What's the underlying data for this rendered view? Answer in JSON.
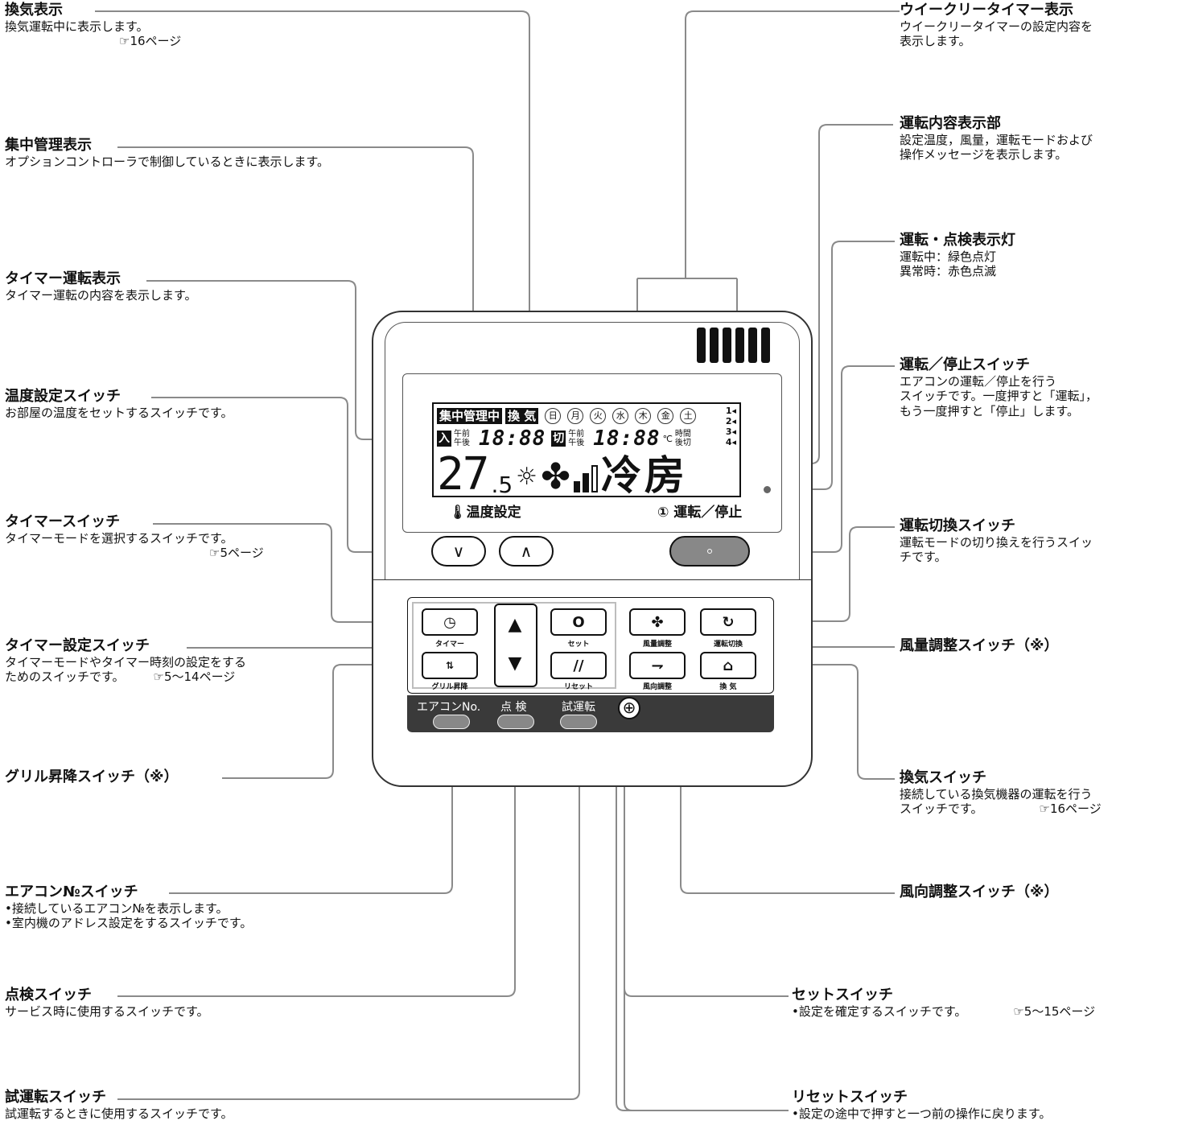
{
  "callouts": {
    "kanki_hyoji": {
      "title": "換気表示",
      "desc": "換気運転中に表示します。",
      "ref": "☞16ページ"
    },
    "shuchu_kanri": {
      "title": "集中管理表示",
      "desc": "オプションコントローラで制御しているときに表示します。"
    },
    "timer_unten": {
      "title": "タイマー運転表示",
      "desc": "タイマー運転の内容を表示します。"
    },
    "ondo_settei": {
      "title": "温度設定スイッチ",
      "desc": "お部屋の温度をセットするスイッチです。"
    },
    "timer_switch": {
      "title": "タイマースイッチ",
      "desc": "タイマーモードを選択するスイッチです。",
      "ref": "☞5ページ"
    },
    "timer_settei": {
      "title": "タイマー設定スイッチ",
      "desc1": "タイマーモードやタイマー時刻の設定をする",
      "desc2": "ためのスイッチです。",
      "ref": "☞5～14ページ"
    },
    "grill": {
      "title": "グリル昇降スイッチ（※）"
    },
    "aircon_no": {
      "title": "エアコン№スイッチ",
      "item1": "•接続しているエアコン№を表示します。",
      "item2": "•室内機のアドレス設定をするスイッチです。"
    },
    "tenken": {
      "title": "点検スイッチ",
      "desc": "サービス時に使用するスイッチです。"
    },
    "shiunten": {
      "title": "試運転スイッチ",
      "desc": "試運転するときに使用するスイッチです。"
    },
    "weekly": {
      "title": "ウイークリータイマー表示",
      "desc1": "ウイークリータイマーの設定内容を",
      "desc2": "表示します。"
    },
    "unten_naiyo": {
      "title": "運転内容表示部",
      "desc1": "設定温度，風量，運転モードおよび",
      "desc2": "操作メッセージを表示します。"
    },
    "tenken_lamp": {
      "title": "運転・点検表示灯",
      "desc1": "運転中：緑色点灯",
      "desc2": "異常時：赤色点滅"
    },
    "run_stop": {
      "title": "運転／停止スイッチ",
      "desc1": "エアコンの運転／停止を行う",
      "desc2": "スイッチです。一度押すと「運転」，",
      "desc3": "もう一度押すと「停止」します。"
    },
    "mode_switch": {
      "title": "運転切換スイッチ",
      "desc1": "運転モードの切り換えを行うスイッ",
      "desc2": "チです。"
    },
    "fan_switch": {
      "title": "風量調整スイッチ（※）"
    },
    "kanki_switch": {
      "title": "換気スイッチ",
      "desc1": "接続している換気機器の運転を行う",
      "desc2": "スイッチです。",
      "ref": "☞16ページ"
    },
    "louver": {
      "title": "風向調整スイッチ（※）"
    },
    "set_switch": {
      "title": "セットスイッチ",
      "desc": "•設定を確定するスイッチです。",
      "ref": "☞5～15ページ"
    },
    "reset_switch": {
      "title": "リセットスイッチ",
      "desc": "•設定の途中で押すと一つ前の操作に戻ります。"
    }
  },
  "remote": {
    "lcd": {
      "tag_central": "集中管理中",
      "tag_vent": "換 気",
      "days": [
        "日",
        "月",
        "火",
        "水",
        "木",
        "金",
        "土"
      ],
      "badge_on": "入",
      "badge_off": "切",
      "ampm": "午前午後",
      "time1": "18:88",
      "time2": "18:88",
      "unit_c": "℃",
      "hours_off": "時間後切",
      "week_rows": "1◂ 2◂ 3◂ 4◂",
      "temp_main": "27",
      "temp_dec": ".5",
      "temp_icon": "☼",
      "fan_icon": "✤",
      "mode_text": "冷房"
    },
    "label_temp": "🌡温度設定",
    "label_run": "① 運転／停止",
    "buttons": {
      "timer": "タイマー",
      "set": "セット",
      "grill": "グリル昇降",
      "reset": "リセット",
      "fan": "風量調整",
      "mode": "運転切換",
      "louver": "風向調整",
      "vent": "換 気"
    },
    "dark_labels": {
      "aircon_no": "エアコンNo.",
      "tenken": "点 検",
      "shiunten": "試運転"
    },
    "icons": {
      "down": "∨",
      "up": "∧",
      "tri_up": "▲",
      "tri_down": "▼",
      "clock": "◷",
      "power": "O",
      "reset_slash": "//",
      "fan": "✤",
      "cycle": "↻",
      "louver": "⇁",
      "house": "⌂",
      "screw": "⊕"
    }
  }
}
